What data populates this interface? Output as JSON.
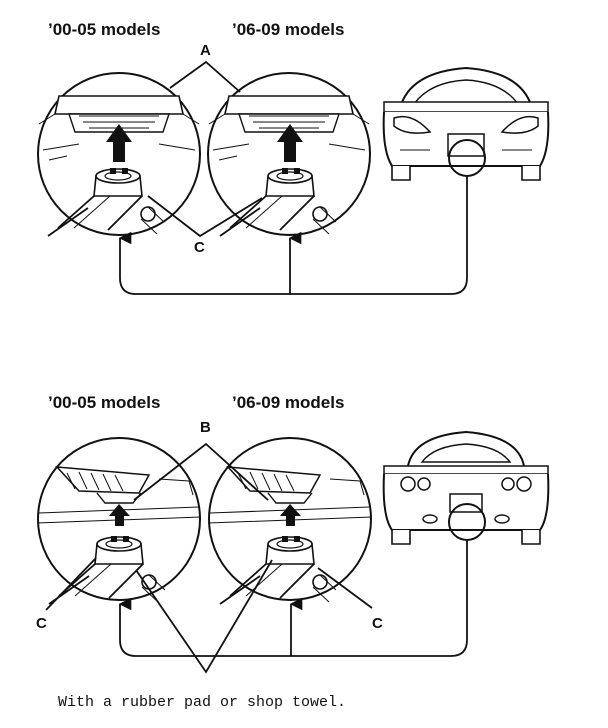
{
  "front": {
    "heading_left": "’00-05 models",
    "heading_right": "’06-09 models",
    "callout_a": "A",
    "callout_c": "C"
  },
  "rear": {
    "heading_left": "’00-05 models",
    "heading_right": "’06-09 models",
    "callout_b": "B",
    "callout_c_left": "C",
    "callout_c_right": "C"
  },
  "note": "With a rubber pad or shop towel.",
  "icons": [
    "jack-icon",
    "lift-arrow-icon",
    "car-front-icon",
    "car-rear-icon"
  ]
}
